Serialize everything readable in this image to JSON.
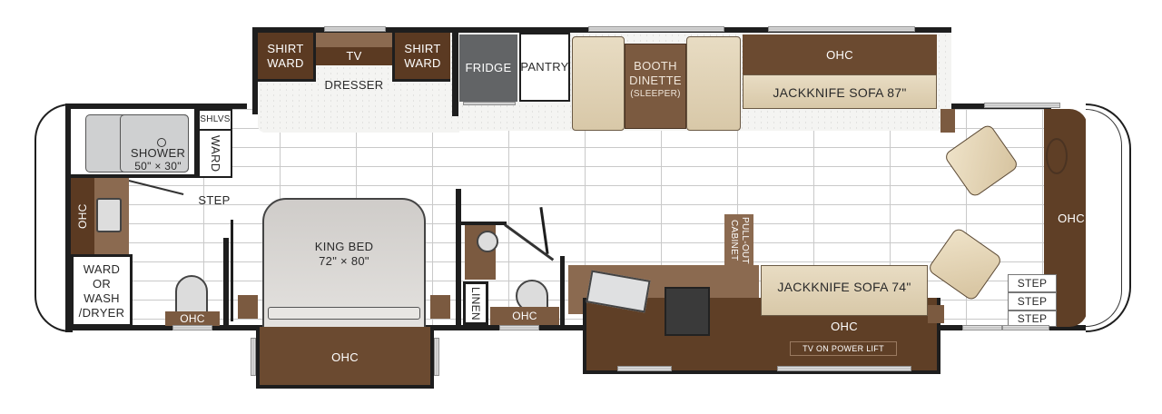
{
  "floorplan": {
    "colors": {
      "wall": "#1e1e1e",
      "dark_wood": "#5b3a22",
      "mid_wood": "#7b5a40",
      "fabric": "#e2d4b6",
      "fridge": "#626466",
      "floor_tile": "#ffffff",
      "tile_grout": "#c9c9c9"
    },
    "rear": {
      "shower": {
        "label": "SHOWER",
        "size": "50\" × 30\""
      },
      "shelves": "SHLVS",
      "ward_side": "WARD",
      "step": "STEP",
      "vanity_ohc": "OHC",
      "ward_wash": "WARD OR WASH /DRYER",
      "toilet_ohc": "OHC"
    },
    "bedroom": {
      "shirt_ward_left": "SHIRT WARD",
      "tv": "TV",
      "shirt_ward_right": "SHIRT WARD",
      "dresser": "DRESSER",
      "bed": {
        "label": "KING BED",
        "size": "72\" × 80\""
      },
      "bed_ohc": "OHC"
    },
    "mid_bath": {
      "linen": "LINEN",
      "ohc": "OHC"
    },
    "kitchen": {
      "fridge": "FRIDGE",
      "pantry": "PANTRY",
      "dinette": {
        "line1": "BOOTH",
        "line2": "DINETTE",
        "line3": "(SLEEPER)"
      },
      "galley_ohc": "OHC",
      "pull_out_cabinet": "PULL-OUT CABINET"
    },
    "living": {
      "sofa_87": {
        "label": "JACKKNIFE SOFA 87\"",
        "ohc": "OHC"
      },
      "sofa_74": {
        "label": "JACKKNIFE SOFA 74\"",
        "ohc": "OHC",
        "tv": "TV ON POWER LIFT"
      }
    },
    "cockpit": {
      "ohc": "OHC",
      "steps": [
        "STEP",
        "STEP",
        "STEP"
      ]
    }
  }
}
